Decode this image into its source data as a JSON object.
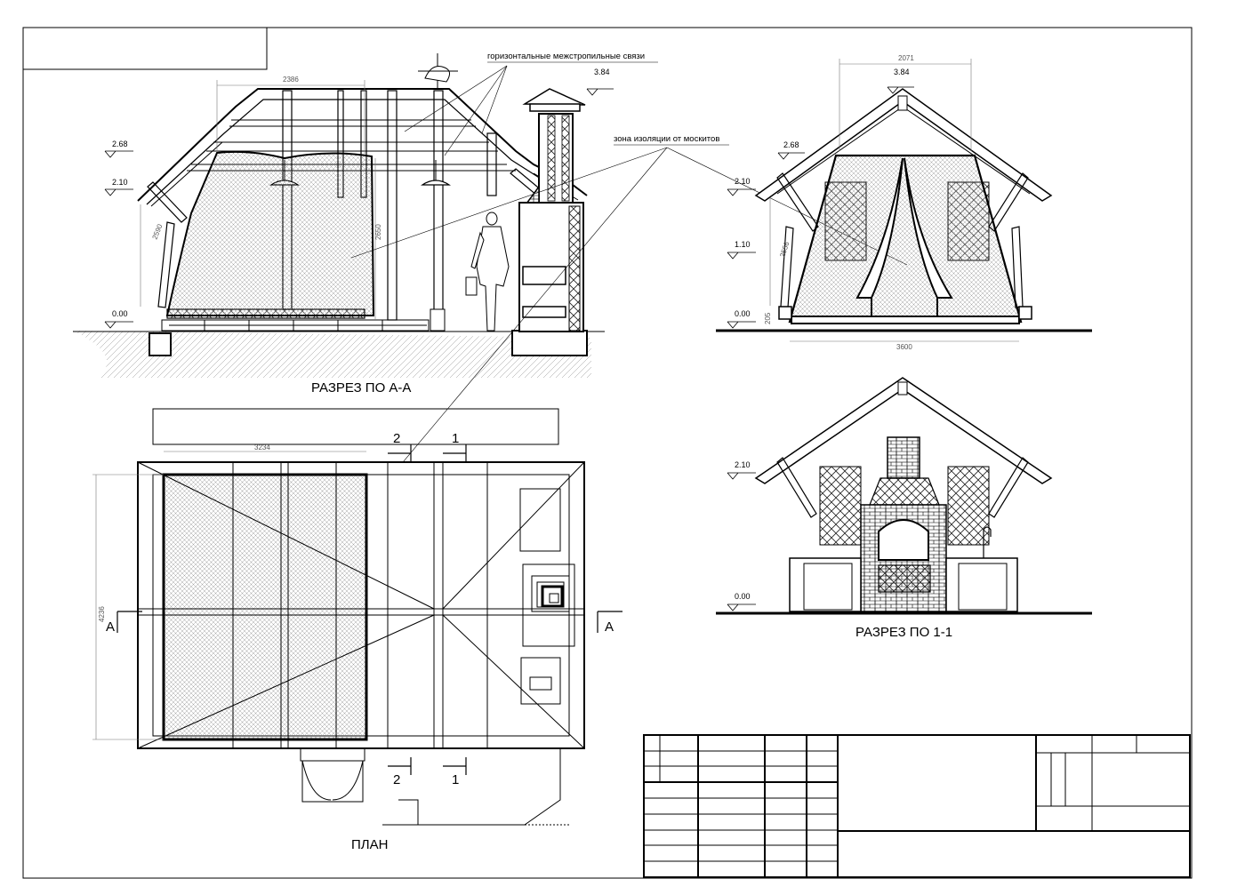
{
  "sections": {
    "aa": {
      "title": "РАЗРЕЗ ПО А-А"
    },
    "s11": {
      "title": "РАЗРЕЗ ПО 1-1"
    },
    "plan": {
      "title": "ПЛАН"
    }
  },
  "notes": {
    "ties": "горизонтальные межстропильные связи",
    "mosquito": "зона изоляции от москитов"
  },
  "levels": {
    "l384": "3.84",
    "l268": "2.68",
    "l210": "2.10",
    "l110": "1.10",
    "l000": "0.00"
  },
  "dimensions": {
    "d2386": "2386",
    "d2590": "2590",
    "d2650": "2650",
    "d2071": "2071",
    "d2556": "2556",
    "d3600": "3600",
    "d205": "205",
    "d3234": "3234",
    "d4236": "4236"
  },
  "section_marks": {
    "a": "А",
    "one": "1",
    "two": "2"
  }
}
